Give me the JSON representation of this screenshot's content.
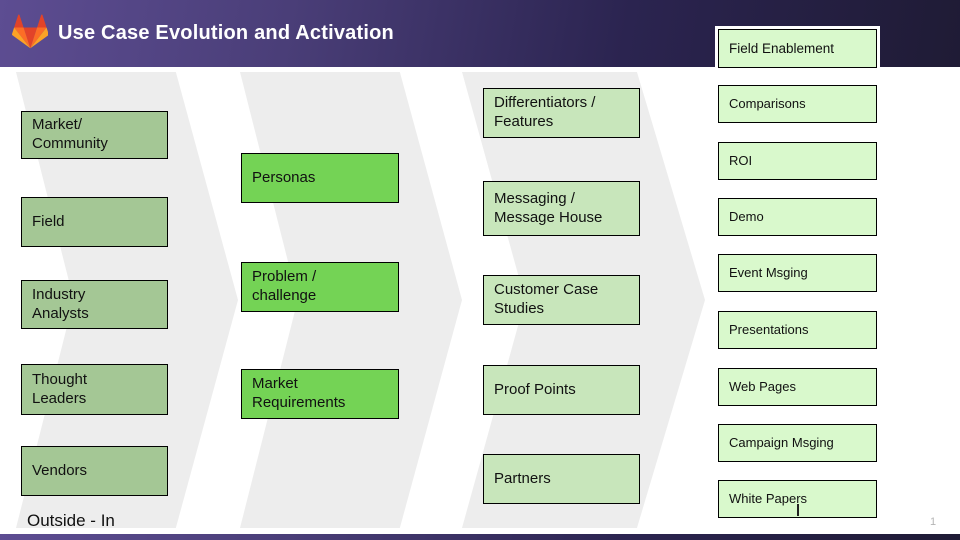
{
  "header": {
    "title": "Use Case Evolution and Activation"
  },
  "field_enablement": {
    "label": "Field Enablement"
  },
  "columns": [
    {
      "name": "outside-in-sources",
      "color": "#a4c795",
      "boxes": [
        "Market/\nCommunity",
        "Field",
        "Industry\nAnalysts",
        "Thought\nLeaders",
        "Vendors"
      ]
    },
    {
      "name": "definition",
      "color": "#74d355",
      "boxes": [
        "Personas",
        "Problem /\nchallenge",
        "Market\nRequirements"
      ]
    },
    {
      "name": "messaging-assets",
      "color": "#c8e6bb",
      "boxes": [
        "Differentiators /\nFeatures",
        "Messaging /\nMessage House",
        "Customer Case\nStudies",
        "Proof Points",
        "Partners"
      ]
    },
    {
      "name": "activation-assets",
      "color": "#d9f9cc",
      "boxes": [
        "Comparisons",
        "ROI",
        "Demo",
        "Event Msging",
        "Presentations",
        "Web Pages",
        "Campaign Msging",
        "White Papers"
      ]
    }
  ],
  "footer": {
    "caption": "Outside - In",
    "page_number": "1"
  },
  "colors": {
    "header_gradient_start": "#5d4d92",
    "header_gradient_end": "#1f1b35",
    "arrow_gray": "#ededed",
    "logo_red": "#e24329",
    "logo_orange": "#fc6d26",
    "logo_yellow": "#fca326"
  }
}
